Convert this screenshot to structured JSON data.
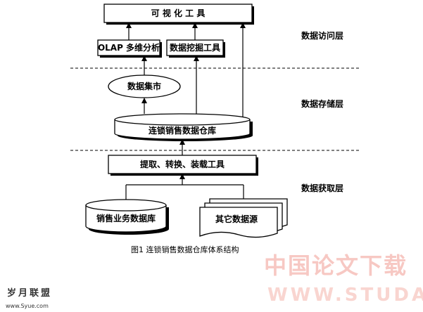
{
  "nodes": {
    "visual_tool": "可 视 化 工 具",
    "olap": "OLAP 多维分析",
    "mining": "数据挖掘工具",
    "datamart": "数据集市",
    "warehouse": "连锁销售数据仓库",
    "etl": "提取、转换、装载工具",
    "sales_db": "销售业务数据库",
    "other_src": "其它数据源"
  },
  "layers": {
    "access": "数据访问层",
    "storage": "数据存储层",
    "acquisition": "数据获取层"
  },
  "caption": "图1  连锁销售数据仓库体系结构",
  "watermark": {
    "main": "中国论文下载",
    "sub": "WWW.STUDA.",
    "logo": "岁月联盟",
    "logo_url": "www.Syue.com"
  }
}
